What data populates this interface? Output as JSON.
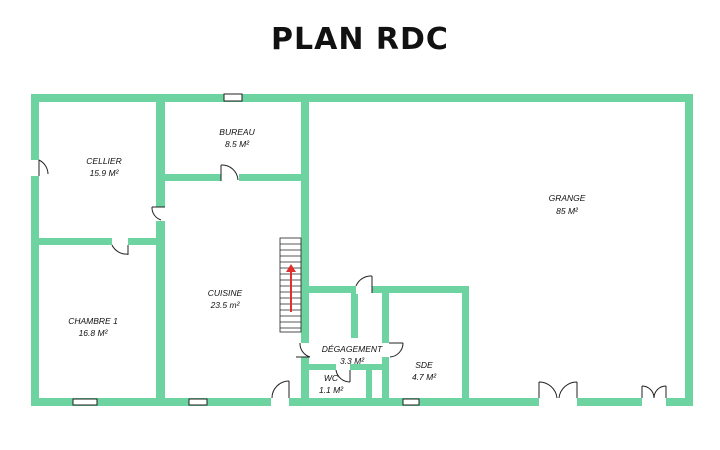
{
  "title": "PLAN RDC",
  "colors": {
    "wall": "#6dd3a0",
    "door": "#222222",
    "window_fill": "#ffffff",
    "stair_arrow": "#e0302c",
    "text": "#111111"
  },
  "rooms": {
    "cellier": {
      "name": "CELLIER",
      "area": "15.9 M²"
    },
    "bureau": {
      "name": "BUREAU",
      "area": "8.5 M²"
    },
    "grange": {
      "name": "GRANGE",
      "area": "85 M²"
    },
    "chambre1": {
      "name": "CHAMBRE 1",
      "area": "16.8 M²"
    },
    "cuisine": {
      "name": "CUISINE",
      "area": "23.5 m²"
    },
    "degagement": {
      "name": "DÉGAGEMENT",
      "area": "3.3 M²"
    },
    "sde": {
      "name": "SDE",
      "area": "4.7 M²"
    },
    "wc": {
      "name": "WC",
      "area": "1.1 M²"
    }
  }
}
